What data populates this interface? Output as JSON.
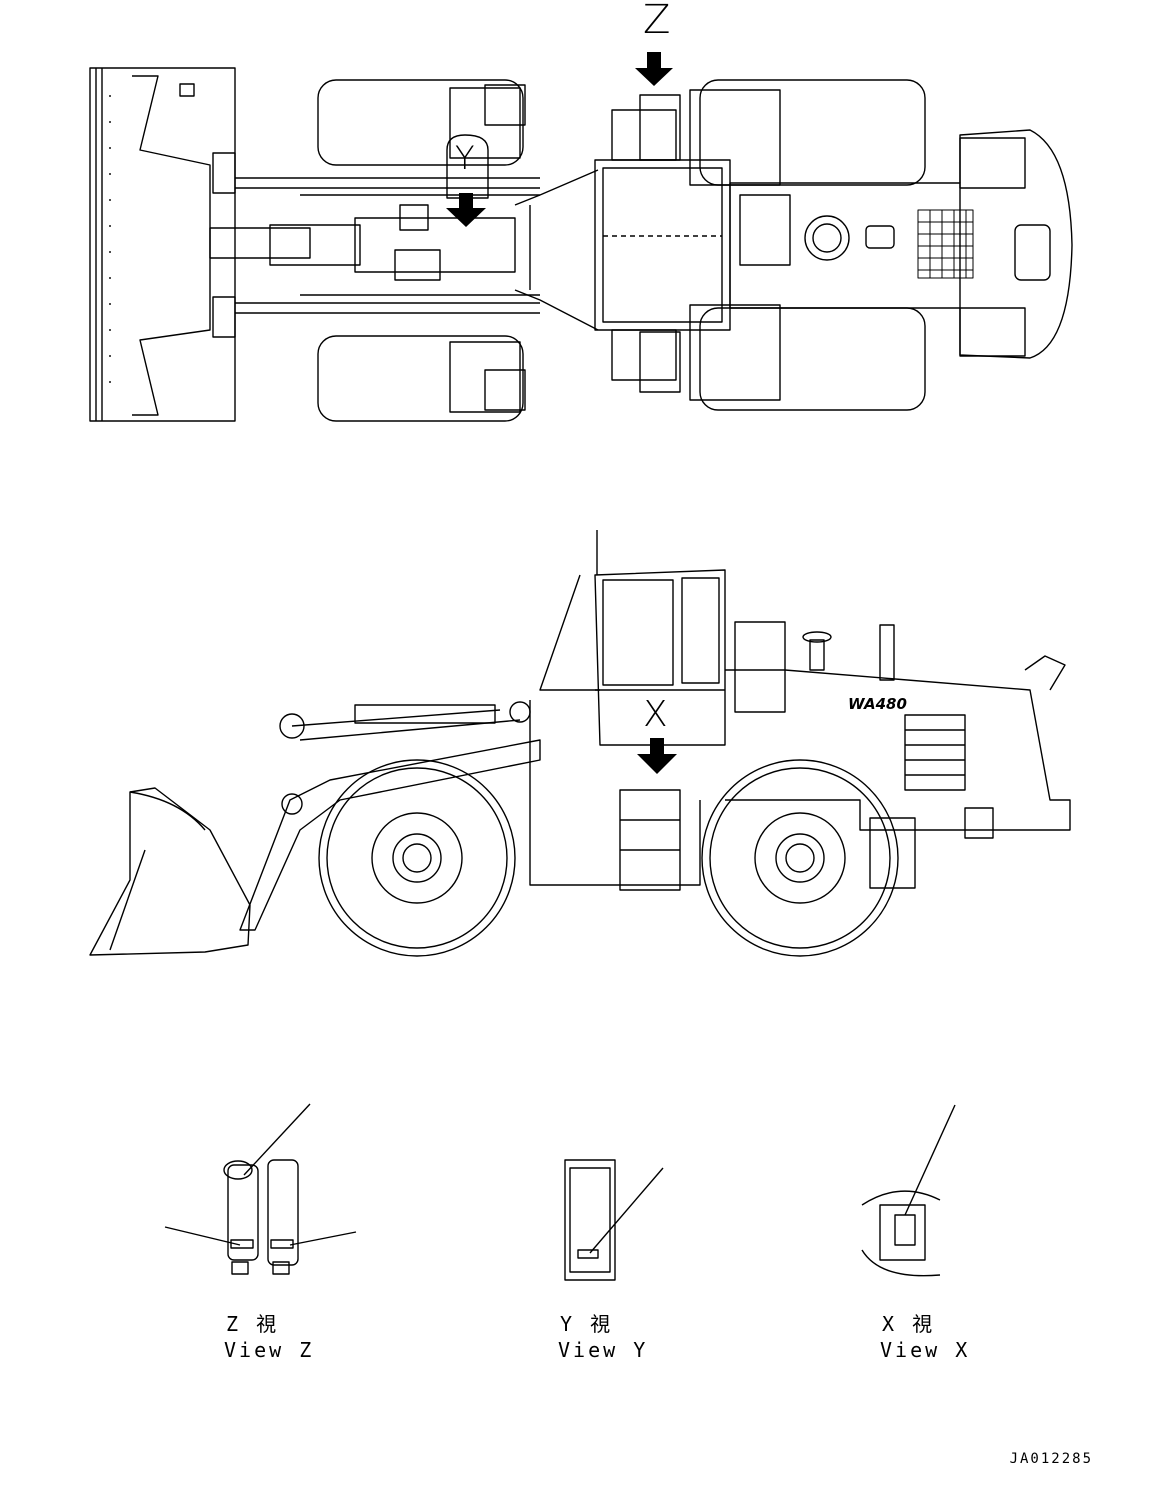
{
  "markers": {
    "z": "Z",
    "y": "Y",
    "x": "X"
  },
  "model_label": "WA480",
  "views": [
    {
      "jp": "Z 視",
      "en": "View Z"
    },
    {
      "jp": "Y 視",
      "en": "View Y"
    },
    {
      "jp": "X 視",
      "en": "View X"
    }
  ],
  "doc_id": "JA012285"
}
